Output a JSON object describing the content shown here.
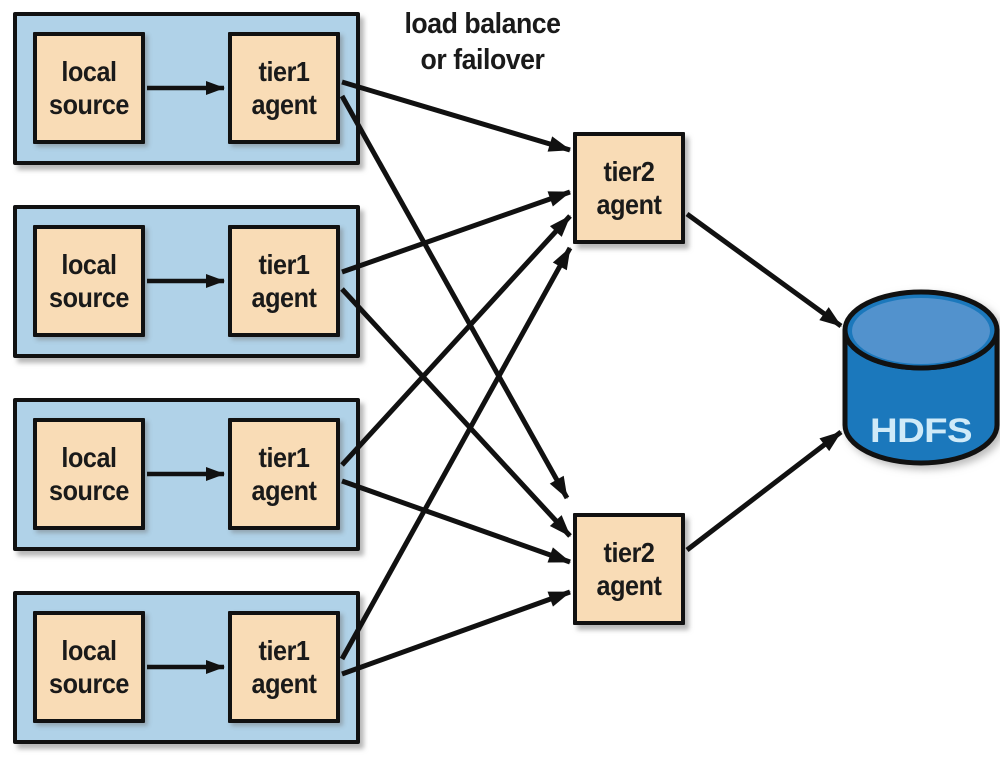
{
  "diagram": {
    "caption_line1": "load balance",
    "caption_line2": "or failover",
    "groups": [
      {
        "source_label": "local source",
        "agent_label": "tier1 agent"
      },
      {
        "source_label": "local source",
        "agent_label": "tier1 agent"
      },
      {
        "source_label": "local source",
        "agent_label": "tier1 agent"
      },
      {
        "source_label": "local source",
        "agent_label": "tier1 agent"
      }
    ],
    "tier2_agents": [
      {
        "label": "tier2 agent"
      },
      {
        "label": "tier2 agent"
      }
    ],
    "storage": {
      "label": "HDFS"
    },
    "colors": {
      "group_fill": "#b0d2e8",
      "node_fill": "#f9dcb6",
      "outline": "#111111",
      "arrow": "#111111",
      "cylinder_body": "#1b78bc",
      "cylinder_top": "#5292cd",
      "storage_text": "#cfeaf8"
    }
  }
}
